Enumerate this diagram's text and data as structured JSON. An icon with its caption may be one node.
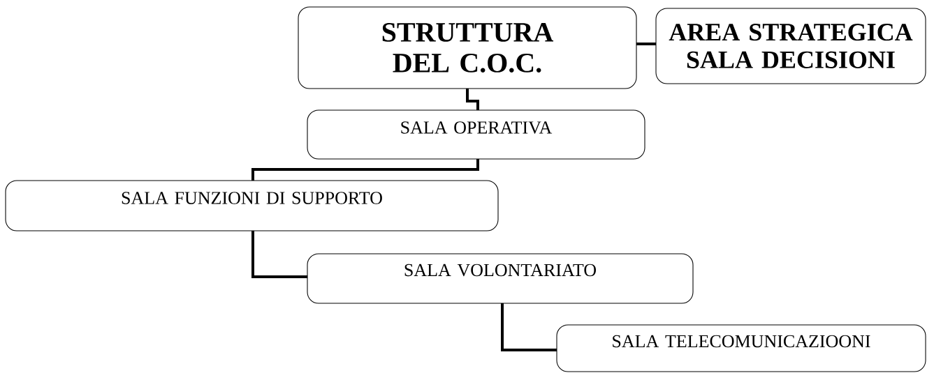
{
  "diagram": {
    "nodes": [
      {
        "text": [
          "STRUTTURA DEL C.O.C."
        ]
      },
      {
        "text": [
          "AREA STRATEGICA SALA DECISIONI"
        ]
      },
      {
        "text": [
          "SALA OPERATIVA"
        ]
      },
      {
        "text": [
          "SALA FUNZIONI DI SUPPORTO"
        ]
      },
      {
        "text": [
          "SALA VOLONTARIATO"
        ]
      },
      {
        "text": [
          "SALA TELECOMUNICAZIOONI"
        ]
      }
    ],
    "edges": [
      {
        "from": 0,
        "to": 1,
        "arrow": "none"
      },
      {
        "from": 0,
        "to": 2,
        "arrow": "none"
      },
      {
        "from": 2,
        "to": 3,
        "arrow": "none"
      },
      {
        "from": 3,
        "to": 4,
        "arrow": "none"
      },
      {
        "from": 4,
        "to": 5,
        "arrow": "none"
      }
    ]
  }
}
